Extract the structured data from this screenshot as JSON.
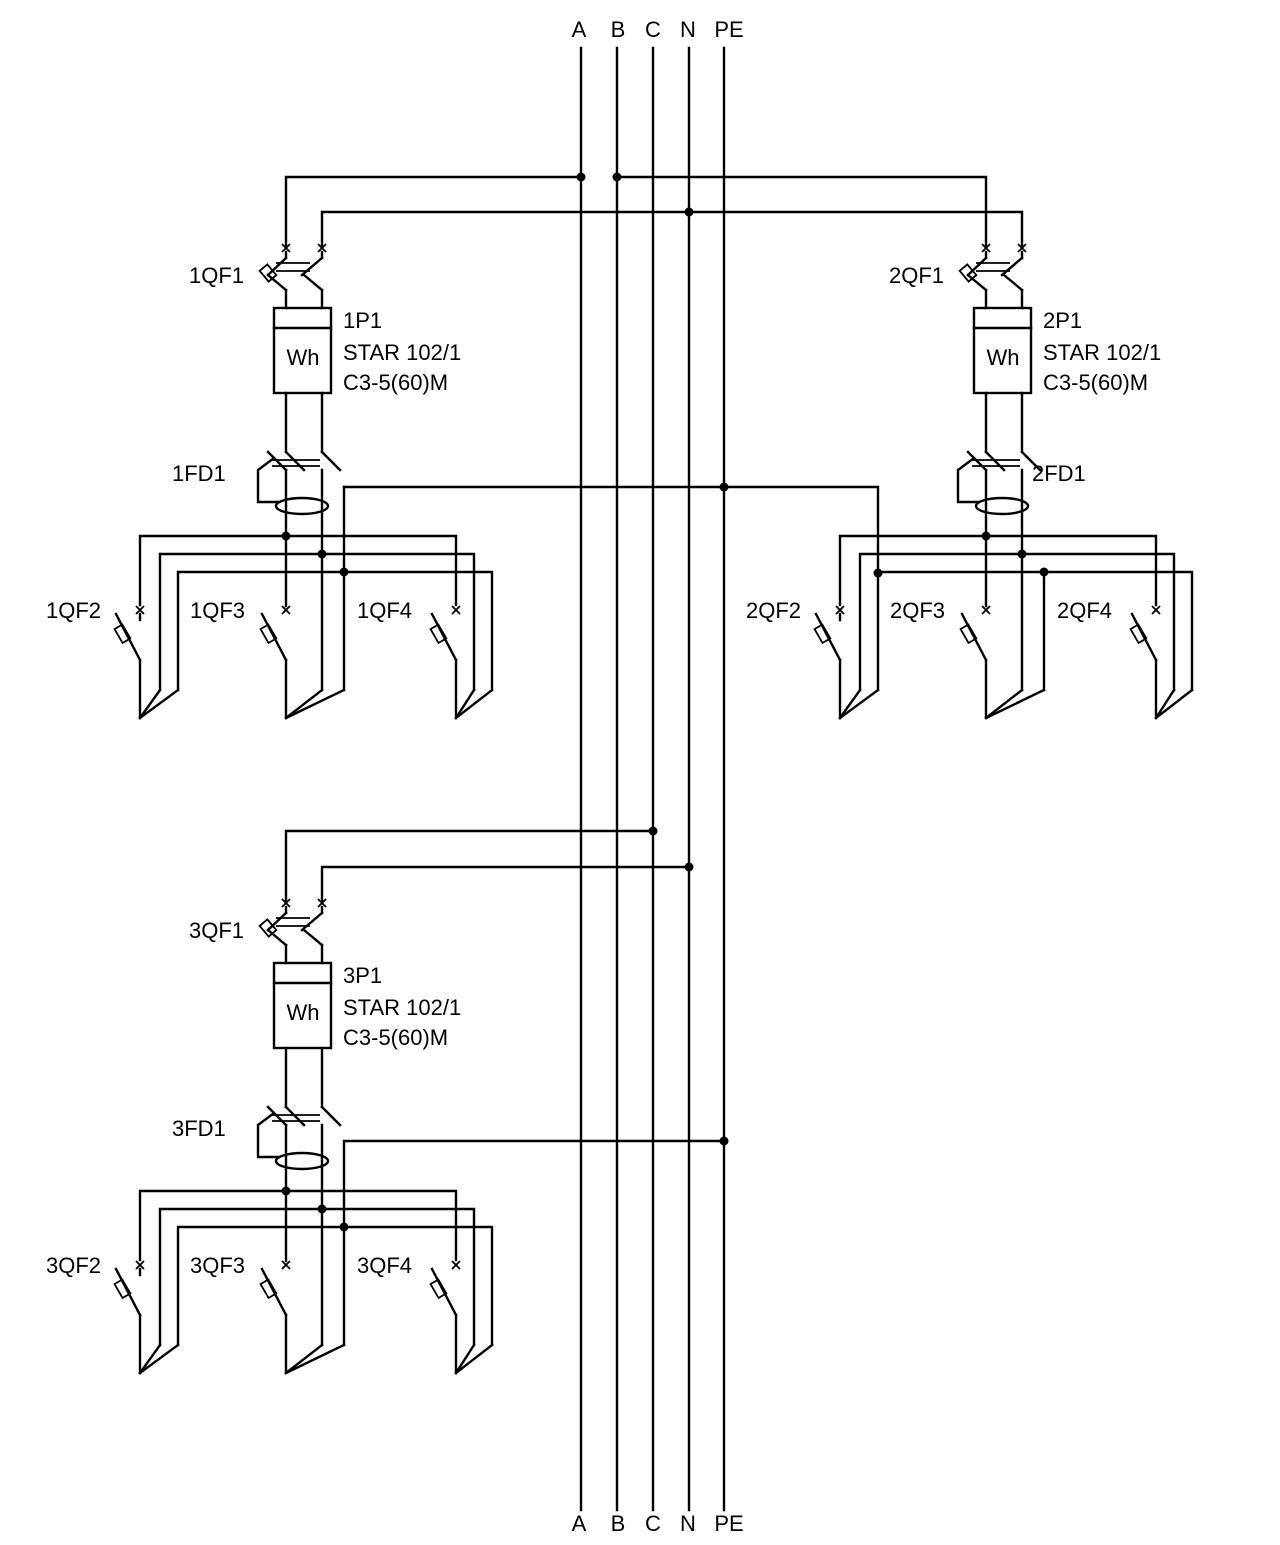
{
  "buses": [
    {
      "label": "A"
    },
    {
      "label": "B"
    },
    {
      "label": "C"
    },
    {
      "label": "N"
    },
    {
      "label": "PE"
    }
  ],
  "units": [
    {
      "breaker": "1QF1",
      "meter": {
        "name": "1P1",
        "model": "STAR 102/1",
        "rating": "C3-5(60)M",
        "symbol": "Wh"
      },
      "rcd": "1FD1",
      "branches": [
        "1QF2",
        "1QF3",
        "1QF4"
      ]
    },
    {
      "breaker": "2QF1",
      "meter": {
        "name": "2P1",
        "model": "STAR 102/1",
        "rating": "C3-5(60)M",
        "symbol": "Wh"
      },
      "rcd": "2FD1",
      "branches": [
        "2QF2",
        "2QF3",
        "2QF4"
      ]
    },
    {
      "breaker": "3QF1",
      "meter": {
        "name": "3P1",
        "model": "STAR 102/1",
        "rating": "C3-5(60)M",
        "symbol": "Wh"
      },
      "rcd": "3FD1",
      "branches": [
        "3QF2",
        "3QF3",
        "3QF4"
      ]
    }
  ]
}
